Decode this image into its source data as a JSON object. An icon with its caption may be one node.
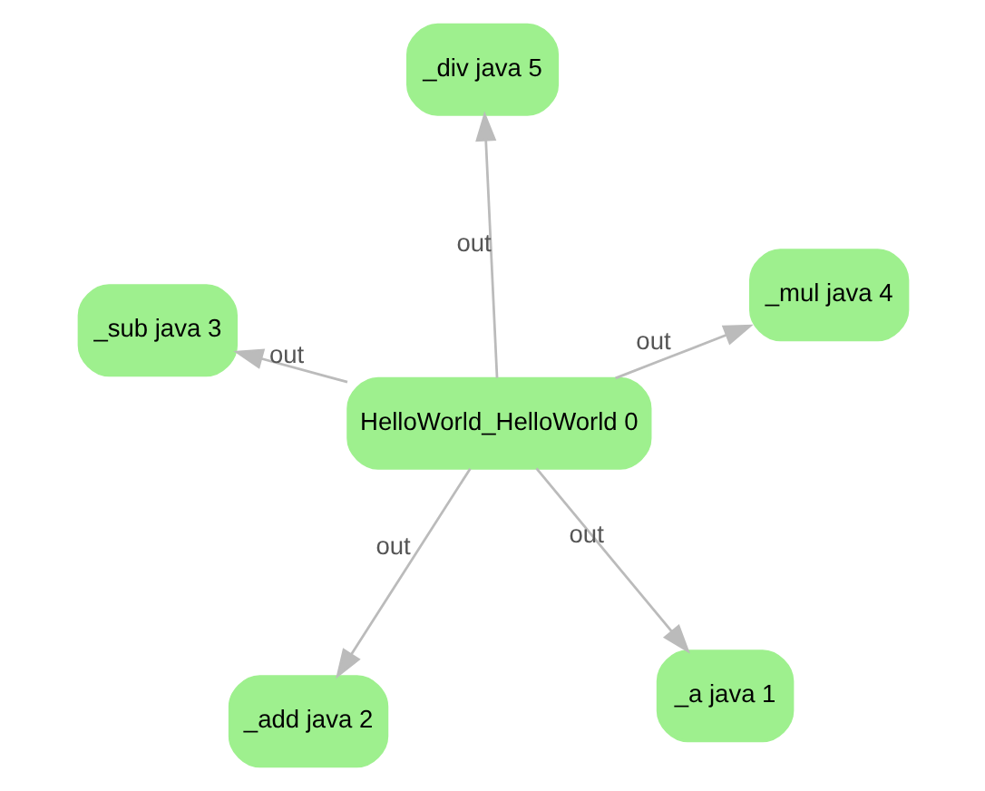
{
  "diagram": {
    "nodes": [
      {
        "text": [
          "HelloWorld_HelloWorld 0"
        ]
      },
      {
        "text": [
          "_a java 1"
        ]
      },
      {
        "text": [
          "_add java 2"
        ]
      },
      {
        "text": [
          "_sub java 3"
        ]
      },
      {
        "text": [
          "_mul java 4"
        ]
      },
      {
        "text": [
          "_div java 5"
        ]
      }
    ],
    "edges": [
      {
        "from": 0,
        "to": 2,
        "arrow": "to",
        "label": "out"
      },
      {
        "from": 0,
        "to": 3,
        "arrow": "to",
        "label": "out"
      },
      {
        "from": 0,
        "to": 1,
        "arrow": "to",
        "label": "out"
      },
      {
        "from": 0,
        "to": 4,
        "arrow": "to",
        "label": "out"
      },
      {
        "from": 0,
        "to": 5,
        "arrow": "to",
        "label": "out"
      }
    ]
  }
}
